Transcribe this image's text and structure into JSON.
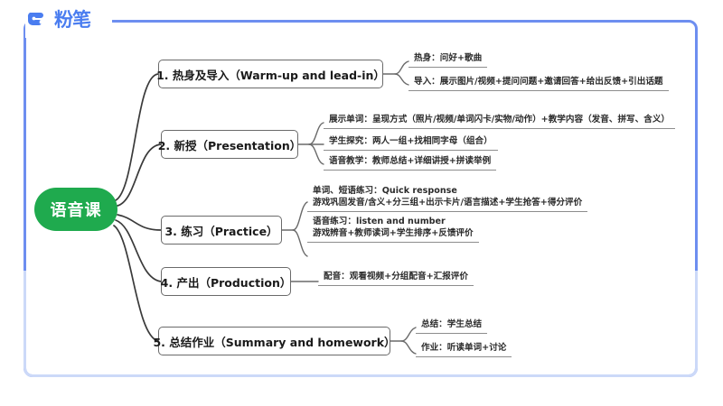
{
  "brand": {
    "logo_mark": "fb-logo-icon",
    "logo_text": "粉笔"
  },
  "diagram": {
    "type": "mindmap",
    "root": {
      "label": "语音课"
    },
    "branches": [
      {
        "id": "warm-up",
        "label": "1. 热身及导入（Warm-up and lead-in）",
        "leaves": [
          {
            "lines": [
              "热身：问好+歌曲"
            ]
          },
          {
            "lines": [
              "导入：展示图片/视频+提问问题+邀请回答+给出反馈+引出话题"
            ]
          }
        ]
      },
      {
        "id": "presentation",
        "label": "2. 新授（Presentation）",
        "leaves": [
          {
            "lines": [
              "展示单词：呈现方式（照片/视频/单词闪卡/实物/动作）+教学内容（发音、拼写、含义）"
            ]
          },
          {
            "lines": [
              "学生探究：两人一组+找相同字母（组合）"
            ]
          },
          {
            "lines": [
              "语音教学：教师总结+详细讲授+拼读举例"
            ]
          }
        ]
      },
      {
        "id": "practice",
        "label": "3. 练习（Practice）",
        "leaves": [
          {
            "lines": [
              "单词、短语练习：Quick response",
              "游戏巩固发音/含义+分三组+出示卡片/语言描述+学生抢答+得分评价"
            ]
          },
          {
            "lines": [
              "语音练习：listen and number",
              "游戏辨音+教师读词+学生排序+反馈评价"
            ]
          }
        ]
      },
      {
        "id": "production",
        "label": "4. 产出（Production）",
        "leaves": [
          {
            "lines": [
              "配音：观看视频+分组配音+汇报评价"
            ]
          }
        ]
      },
      {
        "id": "summary",
        "label": "5. 总结作业（Summary and homework）",
        "leaves": [
          {
            "lines": [
              "总结：学生总结"
            ]
          },
          {
            "lines": [
              "作业：听读单词+讨论"
            ]
          }
        ]
      }
    ]
  },
  "colors": {
    "frame_blue": "#6d8ef0",
    "frame_blue_fade": "#ccd9f8",
    "root_green": "#1faa4e",
    "node_border": "#6a6a6a",
    "leaf_rule": "#8d8d8d",
    "logo_blue": "#4a7df0"
  }
}
